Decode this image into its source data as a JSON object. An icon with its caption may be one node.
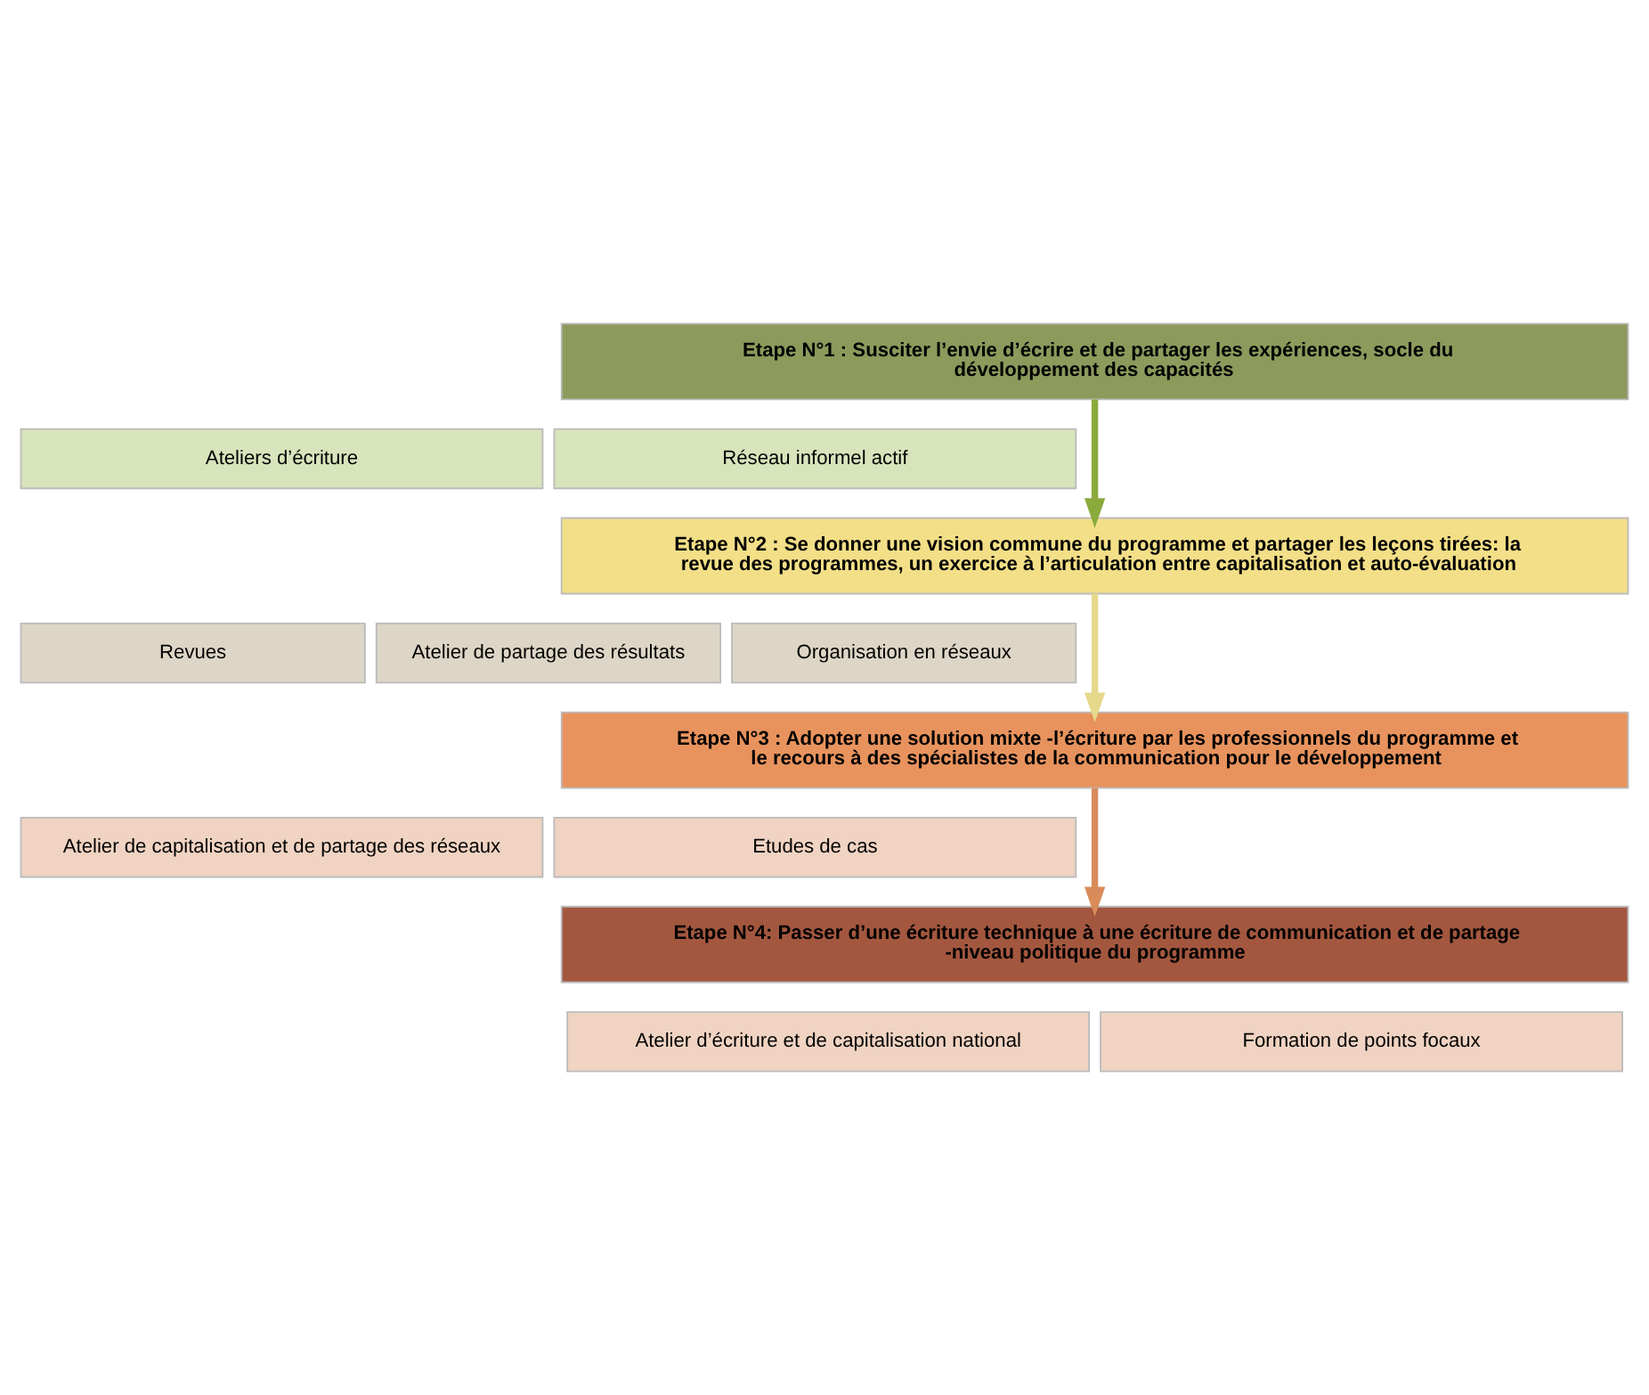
{
  "diagram": {
    "nodes": [
      {
        "text": [
          "Etape N°1 : Susciter l’envie d’écrire et de partager les expériences, socle du développement des capacités"
        ]
      },
      {
        "text": [
          "Ateliers d’écriture"
        ]
      },
      {
        "text": [
          "Réseau informel actif"
        ]
      },
      {
        "text": [
          "Etape N°2 : Se donner une vision commune du programme et partager les leçons tirées: la revue des programmes, un exercice à l’articulation entre capitalisation et auto-évaluation"
        ]
      },
      {
        "text": [
          "Revues"
        ]
      },
      {
        "text": [
          "Atelier de partage des résultats"
        ]
      },
      {
        "text": [
          "Organisation en réseaux"
        ]
      },
      {
        "text": [
          "Etape N°3 : Adopter une solution mixte -l’écriture par les professionnels du programme et le recours à des spécialistes de la communication pour le développement"
        ]
      },
      {
        "text": [
          "Atelier de capitalisation et de partage des réseaux"
        ]
      },
      {
        "text": [
          "Etudes de cas"
        ]
      },
      {
        "text": [
          "Etape N°4: Passer d’une écriture technique à une écriture de communication et de partage -niveau politique du programme"
        ]
      },
      {
        "text": [
          "Atelier d’écriture et de capitalisation national"
        ]
      },
      {
        "text": [
          "Formation de points focaux"
        ]
      }
    ],
    "edges": [
      {
        "from": 0,
        "to": 3,
        "arrow": "to",
        "color": "#8aaa3c"
      },
      {
        "from": 3,
        "to": 7,
        "arrow": "to",
        "color": "#e6d98c"
      },
      {
        "from": 7,
        "to": 10,
        "arrow": "to",
        "color": "#d98b5a"
      }
    ]
  }
}
